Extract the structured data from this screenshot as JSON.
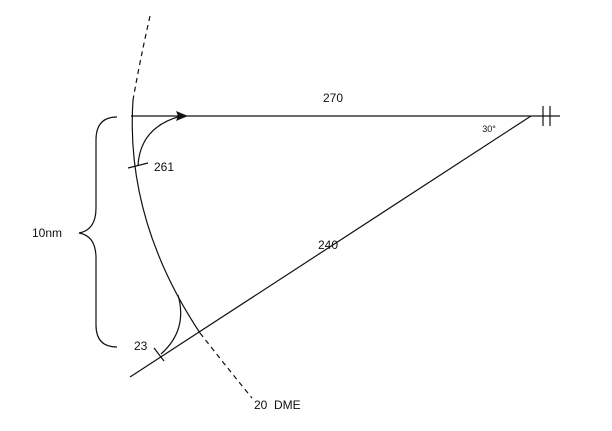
{
  "labels": {
    "radial_270": "270",
    "radial_240": "240",
    "angle": "30°",
    "arc_entry_heading": "261",
    "arc_exit_heading": "23",
    "distance": "10nm",
    "arc_name": "20  DME"
  },
  "colors": {
    "ink": "#111111",
    "background": "#ffffff"
  },
  "icons": {
    "station": "double-bar-station-icon",
    "arrow": "arrowhead-icon"
  }
}
